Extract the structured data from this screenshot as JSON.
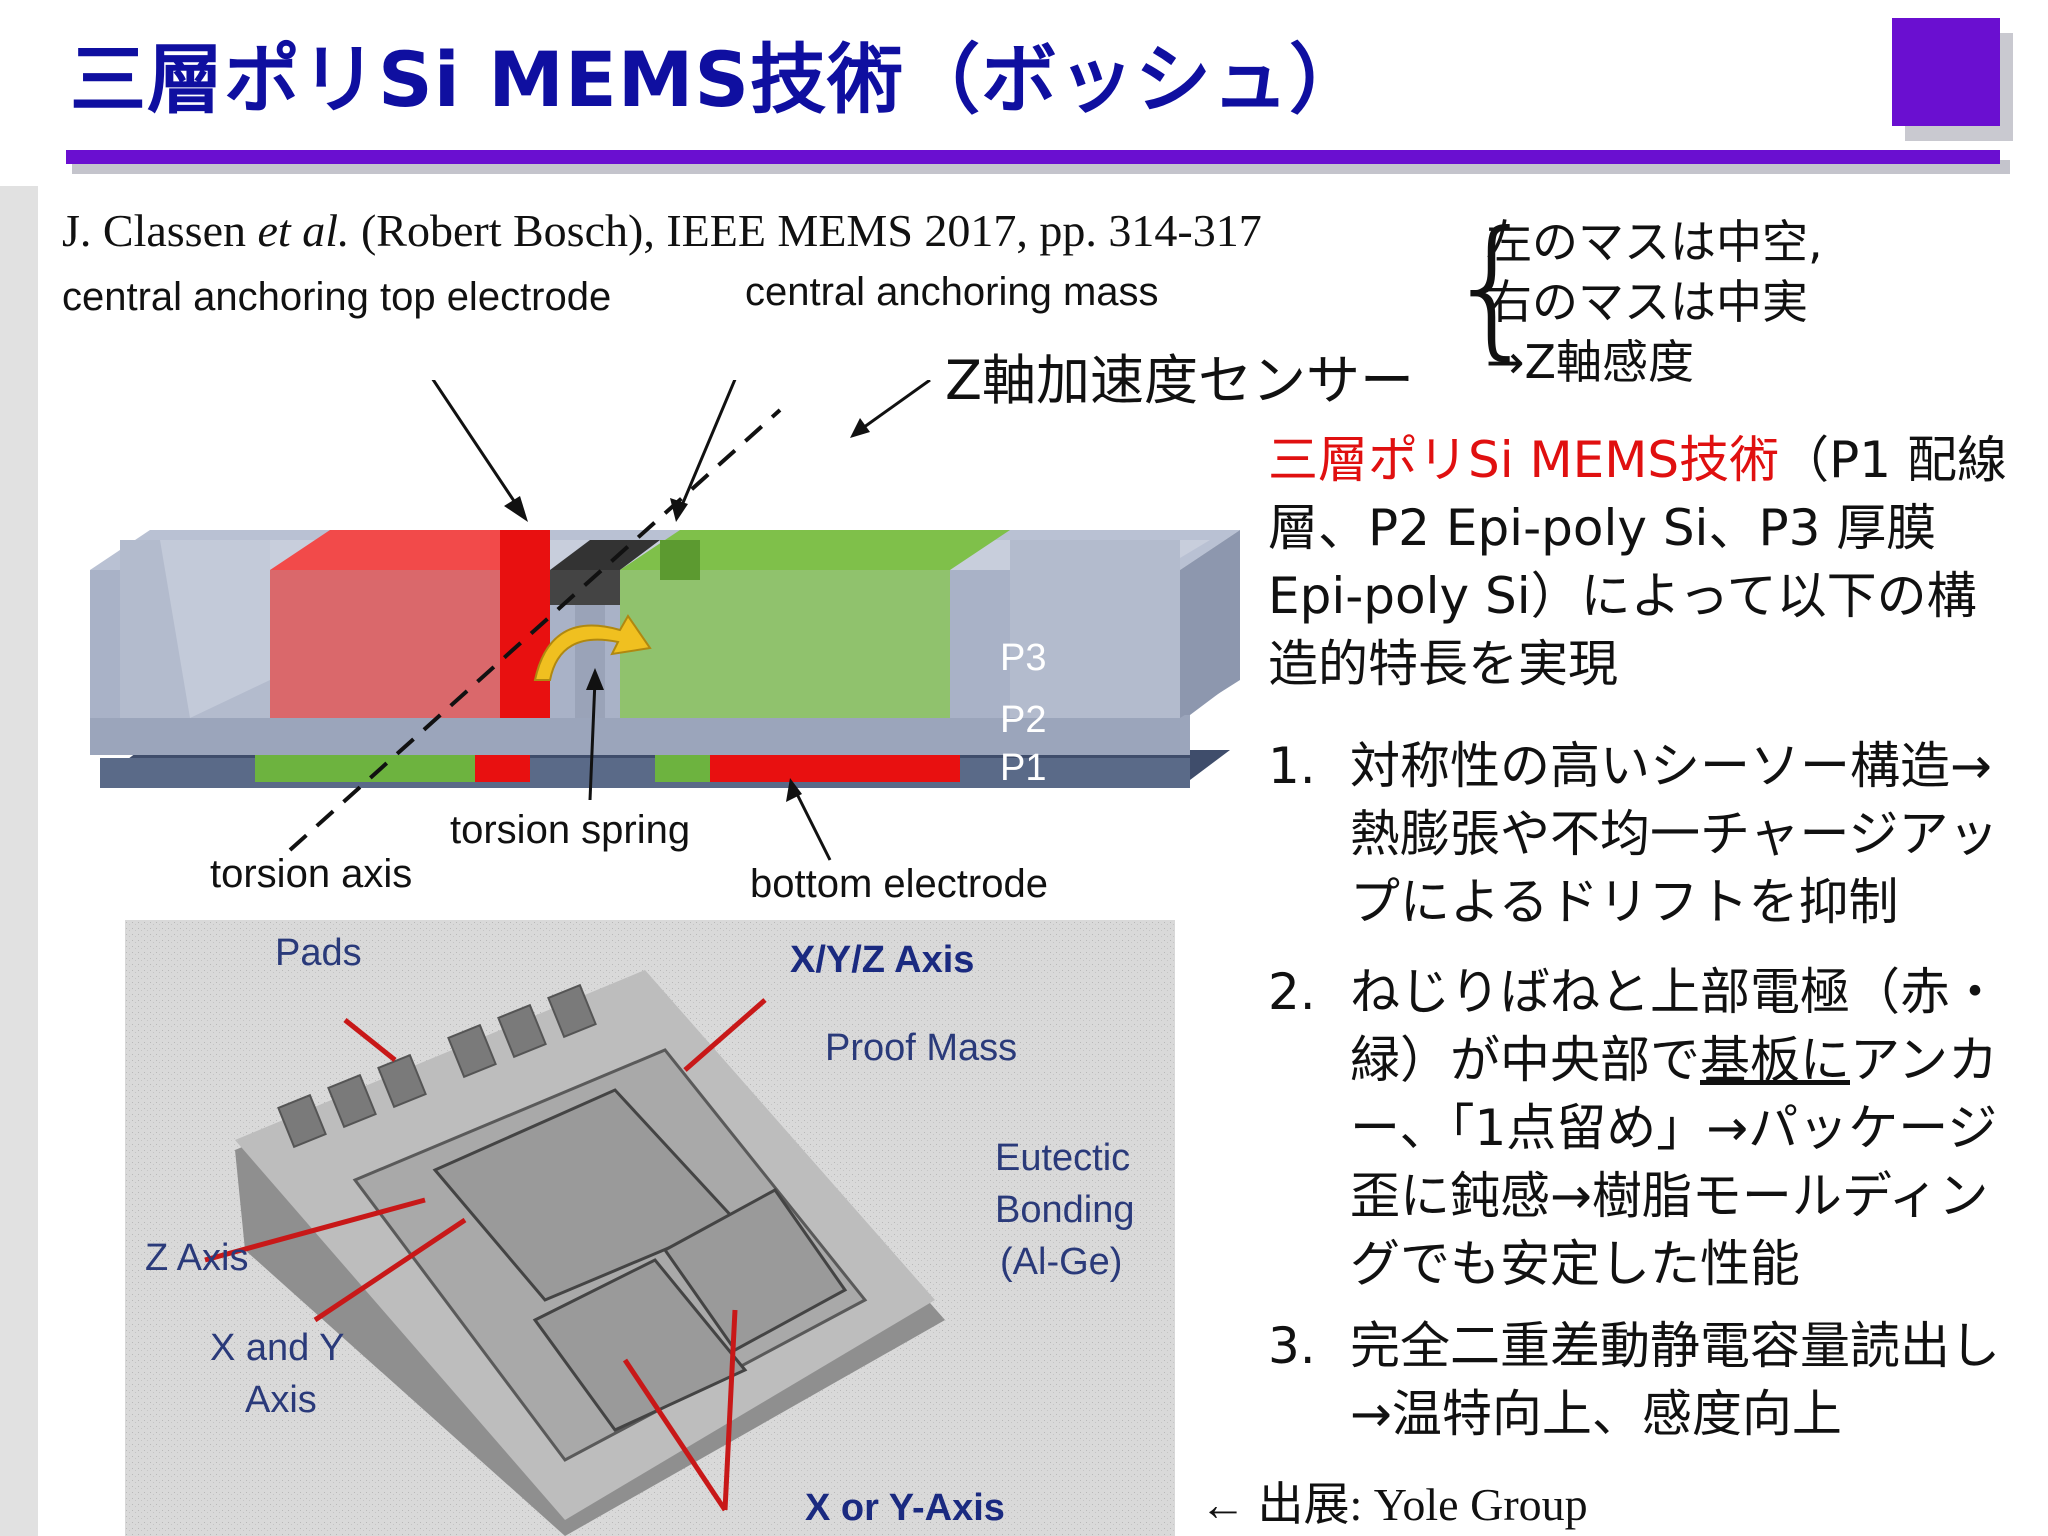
{
  "slide": {
    "title": "三層ポリSi MEMS技術（ボッシュ）",
    "citation_pre": "J. Classen ",
    "citation_italic": "et al.",
    "citation_post": " (Robert Bosch), IEEE MEMS 2017, pp. 314-317",
    "source": "← 出展: Yole Group"
  },
  "diagram": {
    "labels": {
      "top_electrode": "central anchoring top electrode",
      "anchoring_mass": "central anchoring mass",
      "z_sensor": "Z軸加速度センサー",
      "torsion_spring": "torsion spring",
      "torsion_axis": "torsion axis",
      "bottom_electrode": "bottom electrode",
      "p3": "P3",
      "p2": "P2",
      "p1": "P1"
    },
    "colors": {
      "red": "#e81010",
      "green": "#6db33f",
      "gray": "#a9b2c7",
      "dark_layer": "#5a6a88"
    }
  },
  "brace_note": {
    "line1": "左のマスは中空,",
    "line2": "右のマスは中実",
    "line3": "→Z軸感度"
  },
  "description": {
    "highlight": "三層ポリSi MEMS技術",
    "rest": "（P1 配線層、P2 Epi-poly Si、P3 厚膜 Epi-poly Si）によって以下の構造的特長を実現"
  },
  "list": [
    {
      "num": "1.",
      "text": "対称性の高いシーソー構造→熱膨張や不均一チャージアップによるドリフトを抑制"
    },
    {
      "num": "2.",
      "text_pre": "ねじりばねと上部電極（赤・緑）が中央部で",
      "text_u": "基板に",
      "text_post": "アンカー、「1点留め」→パッケージ歪に鈍感→樹脂モールディングでも安定した性能"
    },
    {
      "num": "3.",
      "text": "完全二重差動静電容量読出し→温特向上、感度向上"
    }
  ],
  "photo": {
    "labels": {
      "pads": "Pads",
      "xyz": "X/Y/Z Axis",
      "proof_mass": "Proof Mass",
      "eutectic1": "Eutectic",
      "eutectic2": "Bonding",
      "eutectic3": "(Al-Ge)",
      "z_axis": "Z Axis",
      "xy1": "X and Y",
      "xy2": "Axis",
      "x_or_y": "X or Y-Axis"
    }
  }
}
